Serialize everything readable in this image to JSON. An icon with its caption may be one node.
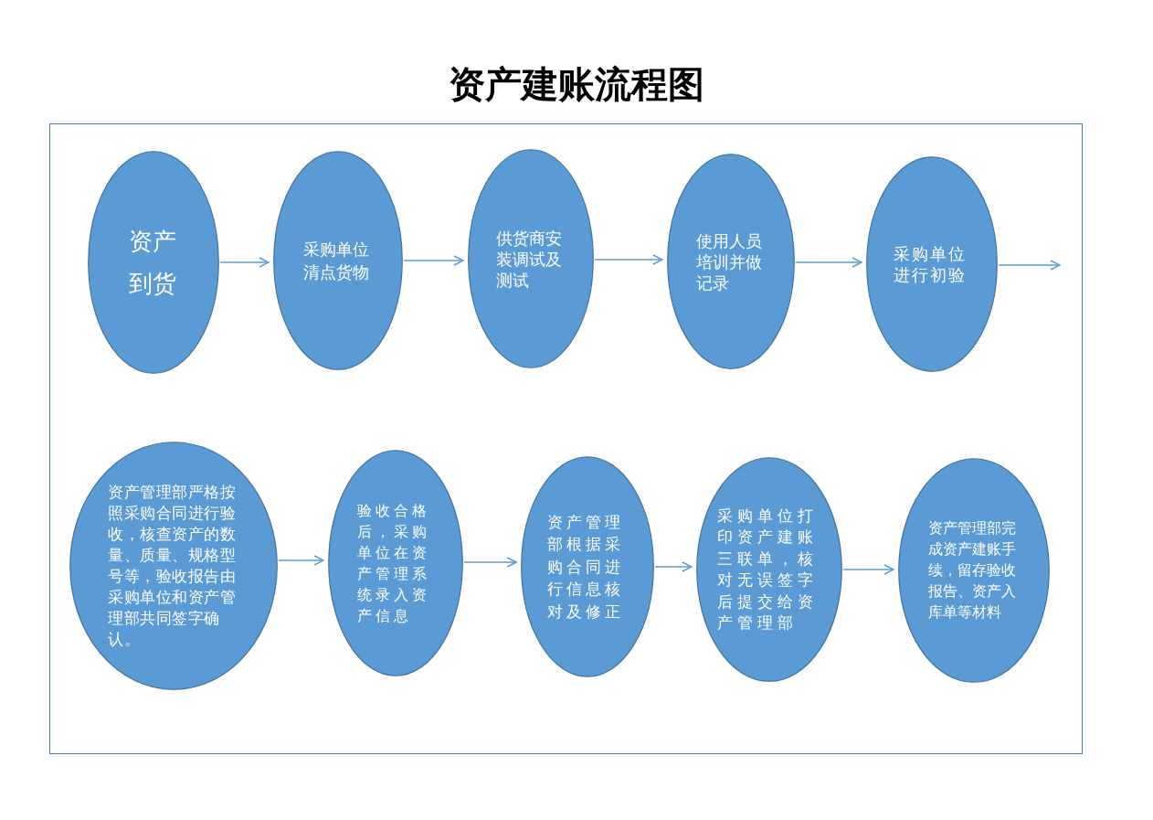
{
  "diagram": {
    "title": "资产建账流程图",
    "nodes": [
      {
        "text": [
          "资产到货"
        ]
      },
      {
        "text": [
          "采购单位清点货物"
        ]
      },
      {
        "text": [
          "供货商安装调试及测试"
        ]
      },
      {
        "text": [
          "使用人员培训并做记录"
        ]
      },
      {
        "text": [
          "采购单位进行初验"
        ]
      },
      {
        "text": [
          "资产管理部严格按照采购合同进行验收，核查资产的数量、质量、规格型号等，验收报告由采购单位和资产管理部共同签字确认。"
        ]
      },
      {
        "text": [
          "验收合格后，采购单位在资产管理系统录入资产信息"
        ]
      },
      {
        "text": [
          "资产管理部根据采购合同进行信息核对及修正"
        ]
      },
      {
        "text": [
          "采购单位打印资产建账三联单，核对无误签字后提交给资产管理部"
        ]
      },
      {
        "text": [
          "资产管理部完成资产建账手续，留存验收报告、资产入库单等材料"
        ]
      }
    ],
    "edges": [
      {
        "from": 0,
        "to": 1,
        "arrow": "to"
      },
      {
        "from": 1,
        "to": 2,
        "arrow": "to"
      },
      {
        "from": 2,
        "to": 3,
        "arrow": "to"
      },
      {
        "from": 3,
        "to": 4,
        "arrow": "to"
      },
      {
        "from": 4,
        "to": null,
        "arrow": "to"
      },
      {
        "from": 5,
        "to": 6,
        "arrow": "to"
      },
      {
        "from": 6,
        "to": 7,
        "arrow": "to"
      },
      {
        "from": 7,
        "to": 8,
        "arrow": "to"
      },
      {
        "from": 8,
        "to": 9,
        "arrow": "to"
      }
    ]
  }
}
